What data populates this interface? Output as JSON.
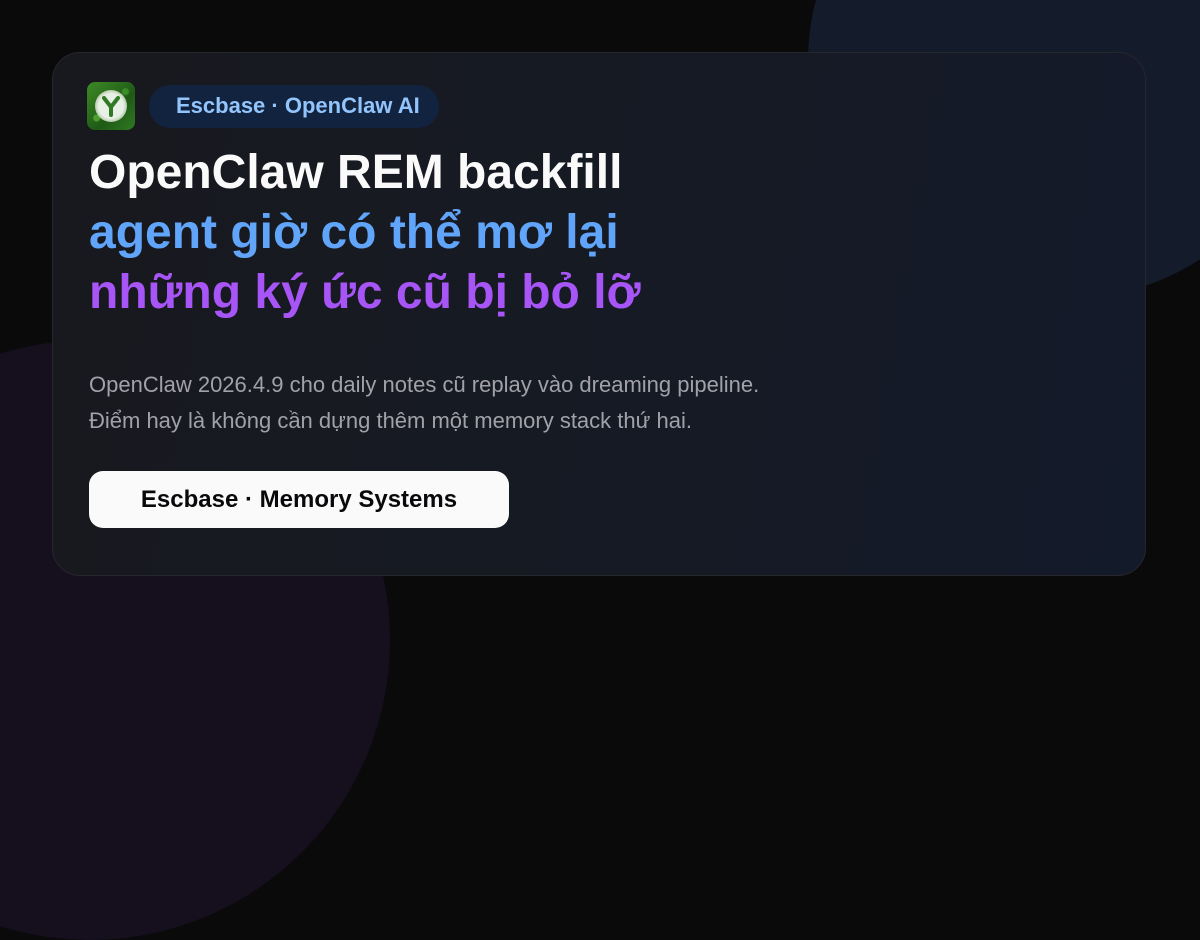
{
  "header": {
    "logo_icon": "leaf-y-logo-icon",
    "pill_label": "Escbase · OpenClaw AI"
  },
  "title": {
    "line1": "OpenClaw REM backfill",
    "line2": "agent giờ có thể mơ lại",
    "line3": "những ký ức cũ bị bỏ lỡ"
  },
  "description": {
    "line1": "OpenClaw 2026.4.9 cho daily notes cũ replay vào dreaming pipeline.",
    "line2": "Điểm hay là không cần dựng thêm một memory stack thứ hai."
  },
  "cta": {
    "label": "Escbase · Memory Systems"
  },
  "colors": {
    "background": "#0a0a0b",
    "card": "#18191e",
    "title": "#fafafa",
    "accent_blue": "#60a5fa",
    "accent_purple": "#a855f7",
    "pill_bg": "#12233f",
    "pill_text": "#93c5fd",
    "description": "#a1a1aa",
    "cta_bg": "#fafafa",
    "cta_text": "#09090b"
  }
}
